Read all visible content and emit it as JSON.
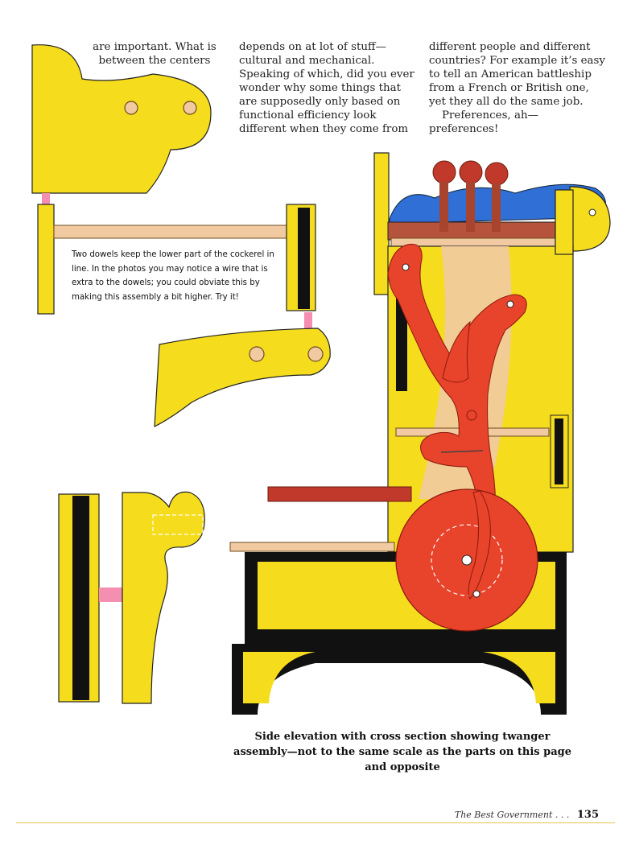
{
  "body_text": {
    "column1": "are important. What is between the centers",
    "column2": "depends on at lot of stuff—cultural and mechanical. Speaking of which, did you ever wonder why some things that are supposedly only based on functional efficiency look different when they come from",
    "column3_p1": "different people and different countries? For example it’s easy to tell an American battleship from a French or British one, yet they all do the same job.",
    "column3_p2": "Preferences, ah—preferences!"
  },
  "dowel_note": "Two dowels keep the lower part of the cockerel in line. In the photos you may notice a wire that is extra to the dowels; you could obviate this by making this assembly a bit higher. Try it!",
  "caption": "Side elevation with cross section showing twanger assembly—not to the same scale as the parts on this page and opposite",
  "footer": {
    "running_title": "The Best Government . . .",
    "page_number": "135"
  },
  "colors": {
    "part_yellow": "#f5dd1e",
    "outline_black": "#111111",
    "cockerel_red": "#e8432b",
    "peg_red": "#c0392b",
    "dowel_pink": "#f48fb1",
    "blue_wave": "#2f6fd6",
    "wood_tan": "#f2caa2",
    "shelf_red": "#c0392b"
  }
}
